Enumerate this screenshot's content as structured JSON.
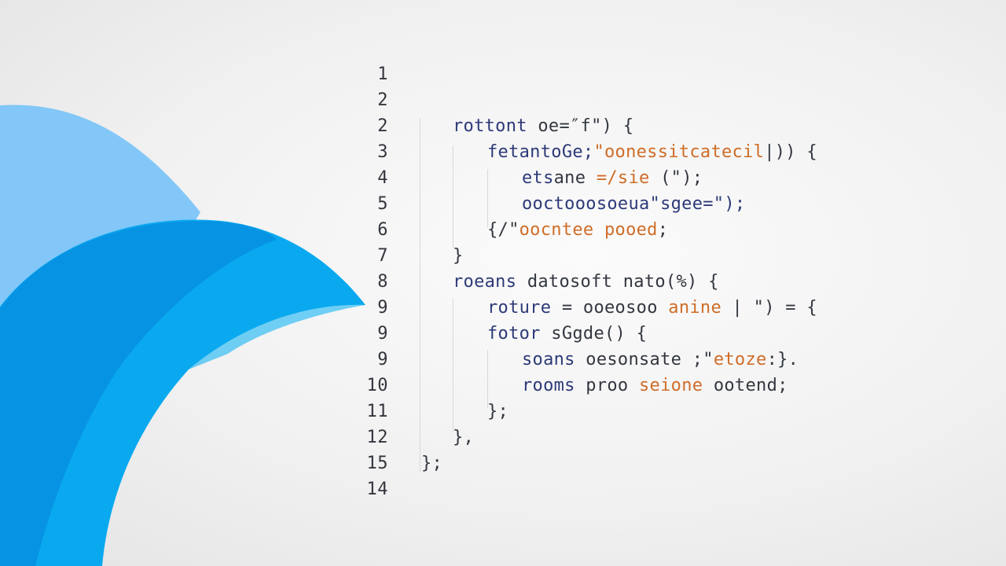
{
  "editor": {
    "line_numbers": [
      "1",
      "2",
      "2",
      "3",
      "4",
      "5",
      "6",
      "7",
      "8",
      "9",
      "9",
      "9",
      "10",
      "11",
      "12",
      "15",
      "14"
    ],
    "lines": [
      [],
      [],
      [
        {
          "t": "rottont ",
          "c": "kw"
        },
        {
          "t": "oe=″f\") {",
          "c": "plain"
        }
      ],
      [
        {
          "t": "fetantoGe;",
          "c": "kw"
        },
        {
          "t": "\"oonessitcatecil",
          "c": "str"
        },
        {
          "t": "|)) {",
          "c": "plain"
        }
      ],
      [
        {
          "t": "ets",
          "c": "kw"
        },
        {
          "t": "ane ",
          "c": "plain"
        },
        {
          "t": "=/sie",
          "c": "str"
        },
        {
          "t": " (\");",
          "c": "plain"
        }
      ],
      [
        {
          "t": "ooctooosoeua\"sgee=\");",
          "c": "kw"
        }
      ],
      [
        {
          "t": "{/\"",
          "c": "plain"
        },
        {
          "t": "oocntee pooed",
          "c": "str"
        },
        {
          "t": ";",
          "c": "plain"
        }
      ],
      [
        {
          "t": "}",
          "c": "plain"
        }
      ],
      [
        {
          "t": "roeans ",
          "c": "kw"
        },
        {
          "t": "datosoft nato(%) {",
          "c": "plain"
        }
      ],
      [
        {
          "t": "roture ",
          "c": "kw"
        },
        {
          "t": "= ooeosoo ",
          "c": "plain"
        },
        {
          "t": "anine",
          "c": "str"
        },
        {
          "t": " | \") = {",
          "c": "plain"
        }
      ],
      [
        {
          "t": "fotor ",
          "c": "kw"
        },
        {
          "t": "sGgde() {",
          "c": "plain"
        }
      ],
      [
        {
          "t": "soans ",
          "c": "kw"
        },
        {
          "t": "oesonsate ",
          "c": "plain"
        },
        {
          "t": ";\"",
          "c": "plain"
        },
        {
          "t": "etoze",
          "c": "str"
        },
        {
          "t": ":}.",
          "c": "plain"
        }
      ],
      [
        {
          "t": "rooms ",
          "c": "kw"
        },
        {
          "t": "proo ",
          "c": "plain"
        },
        {
          "t": "seione",
          "c": "str"
        },
        {
          "t": " ootend;",
          "c": "plain"
        }
      ],
      [
        {
          "t": "};",
          "c": "plain"
        }
      ],
      [
        {
          "t": "},",
          "c": "plain"
        }
      ],
      [
        {
          "t": "};",
          "c": "plain"
        }
      ],
      []
    ]
  },
  "colors": {
    "wave_light": "#82c7f8",
    "wave_mid": "#0da8f0",
    "wave_dark": "#0793e4",
    "keyword": "#2d3a78",
    "string": "#cf6d28"
  }
}
